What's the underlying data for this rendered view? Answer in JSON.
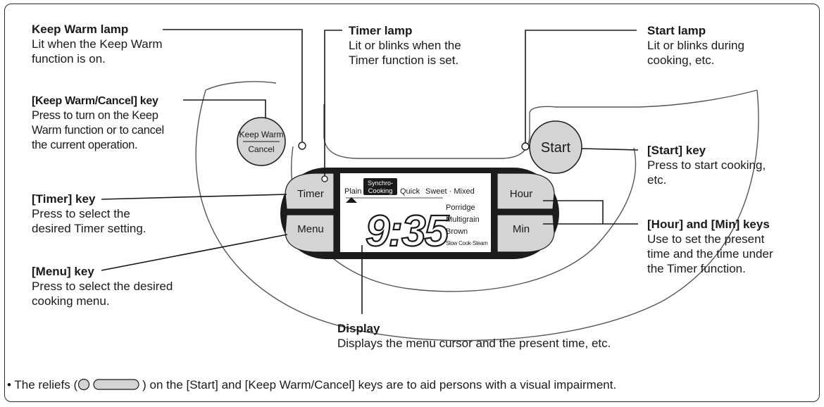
{
  "callouts": {
    "keep_warm_lamp": {
      "title": "Keep Warm lamp",
      "desc": [
        "Lit when the Keep Warm",
        "function is on."
      ]
    },
    "keep_warm_cancel_key": {
      "title": "[Keep Warm/Cancel] key",
      "desc": [
        "Press to turn on the Keep",
        "Warm function or to cancel",
        "the current operation."
      ]
    },
    "timer_key": {
      "title": "[Timer] key",
      "desc": [
        "Press to select the",
        "desired Timer setting."
      ]
    },
    "menu_key": {
      "title": "[Menu] key",
      "desc": [
        "Press to select the desired",
        "cooking menu."
      ]
    },
    "timer_lamp": {
      "title": "Timer lamp",
      "desc": [
        "Lit or blinks when the",
        "Timer function is set."
      ]
    },
    "display": {
      "title": "Display",
      "desc": [
        "Displays the menu cursor and the present time, etc."
      ]
    },
    "start_lamp": {
      "title": "Start lamp",
      "desc": [
        "Lit or blinks during",
        "cooking, etc."
      ]
    },
    "start_key": {
      "title": "[Start] key",
      "desc": [
        "Press to start cooking,",
        "etc."
      ]
    },
    "hour_min_keys": {
      "title": "[Hour] and [Min] keys",
      "desc": [
        "Use to set the present",
        "time and the time under",
        "the Timer function."
      ]
    }
  },
  "panel": {
    "keep_warm_button": {
      "top": "Keep Warm",
      "bottom": "Cancel"
    },
    "start_button": "Start",
    "timer_button": "Timer",
    "menu_button": "Menu",
    "hour_button": "Hour",
    "min_button": "Min",
    "lcd": {
      "menus_top": [
        "Plain",
        "Synchro-",
        "Cooking",
        "Quick",
        "Sweet · Mixed"
      ],
      "menus_right": [
        "Porridge",
        "Multigrain",
        "Brown",
        "Slow Cook·Steam"
      ],
      "time": "9:35"
    }
  },
  "footnote": {
    "before": "• The reliefs (",
    "after": ") on the [Start] and [Keep Warm/Cancel] keys are to aid persons with a visual impairment."
  },
  "colors": {
    "button_fill": "#d4d4d4",
    "outline": "#1a1a1a",
    "panel_line": "#555555",
    "frame": "#2b2b2b"
  }
}
